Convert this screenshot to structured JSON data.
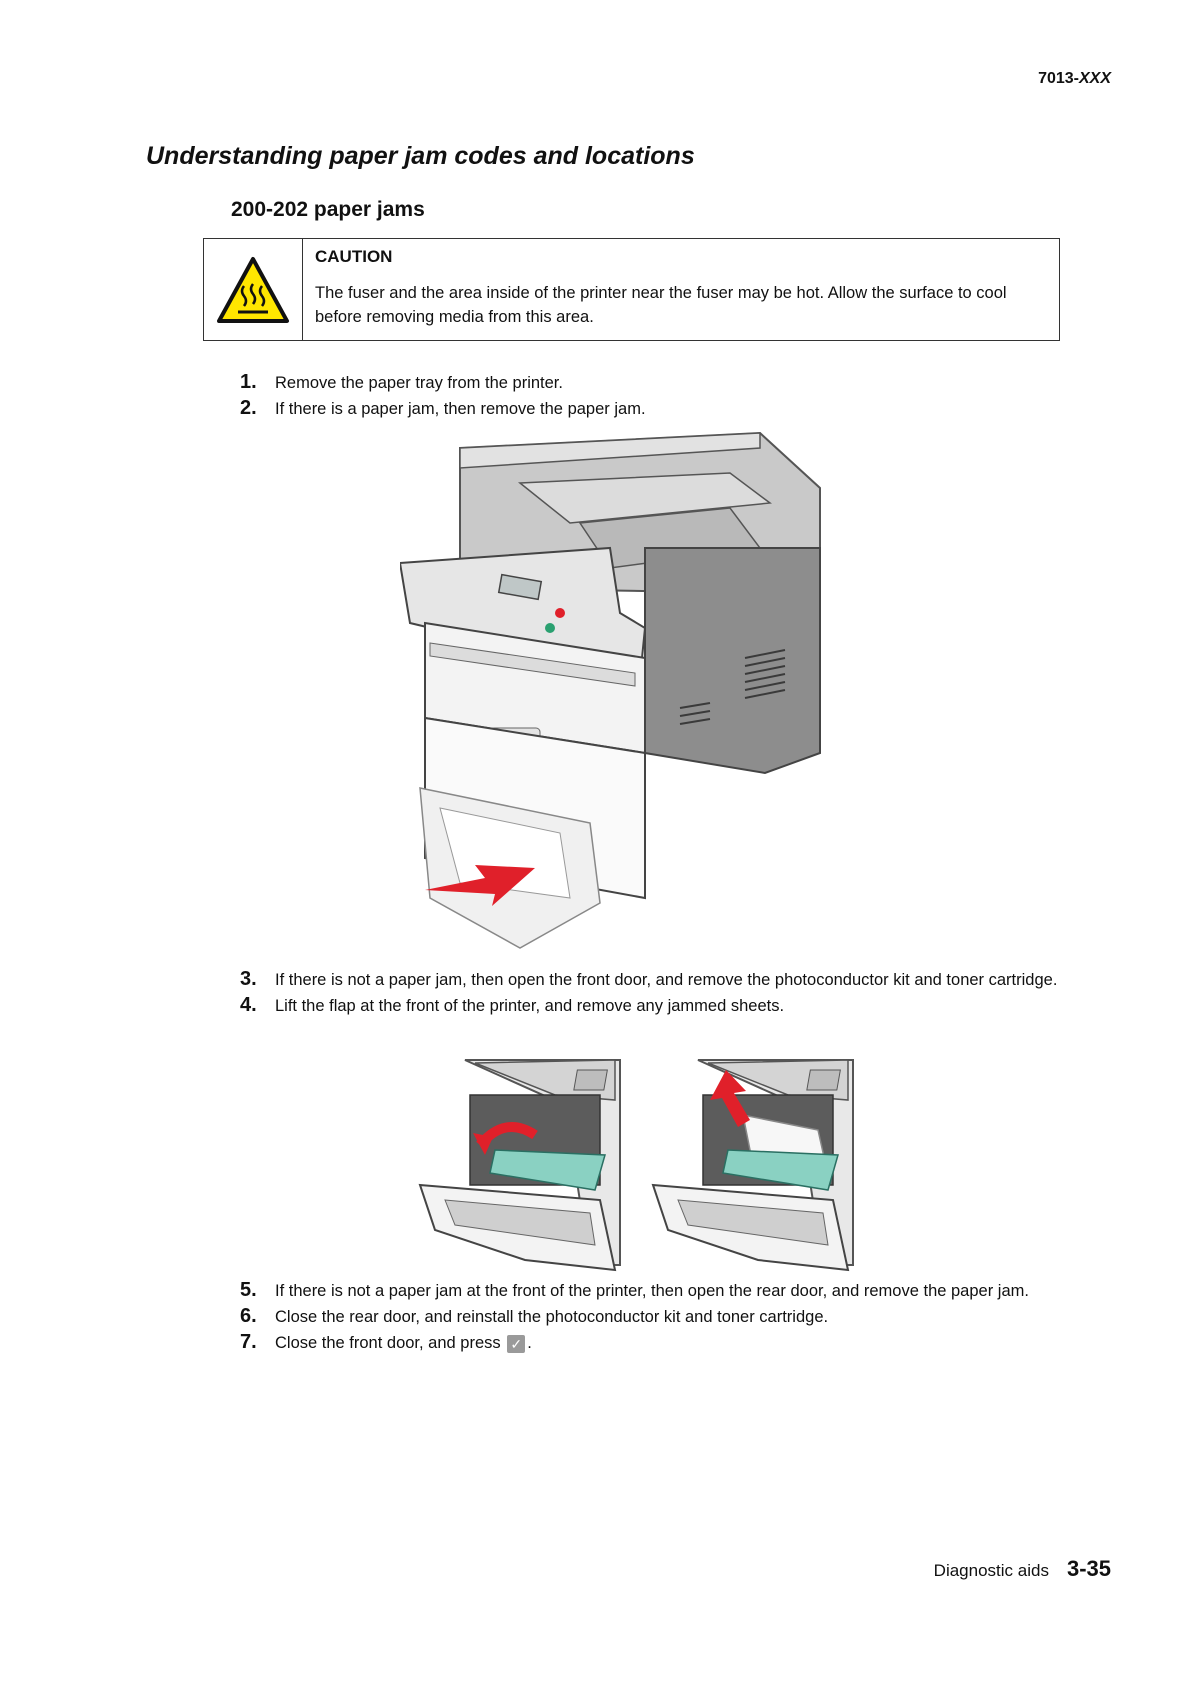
{
  "header": {
    "model_prefix": "7013-",
    "model_suffix": "XXX"
  },
  "section_title": "Understanding paper jam codes and locations",
  "subsection_title": "200-202 paper jams",
  "caution": {
    "icon": "hot-surface-warning-icon",
    "label": "CAUTION",
    "text": "The fuser and the area inside of the printer near the fuser may be hot. Allow the surface to cool before removing media from this area."
  },
  "steps_a": [
    {
      "num": "1.",
      "text": "Remove the paper tray from the printer."
    },
    {
      "num": "2.",
      "text": "If there is a paper jam, then remove the paper jam."
    }
  ],
  "steps_b": [
    {
      "num": "3.",
      "text": "If there is not a paper jam, then open the front door, and remove the photoconductor kit and toner cartridge."
    },
    {
      "num": "4.",
      "text": "Lift the flap at the front of the printer, and remove any jammed sheets."
    }
  ],
  "steps_c": [
    {
      "num": "5.",
      "text": "If there is not a paper jam at the front of the printer, then open the rear door, and remove the paper jam."
    },
    {
      "num": "6.",
      "text": "Close the rear door, and reinstall the photoconductor kit and toner cartridge."
    },
    {
      "num": "7.",
      "text_before": "Close the front door, and press",
      "key_icon": "checkmark-key-icon",
      "text_after": "."
    }
  ],
  "footer": {
    "section": "Diagnostic aids",
    "page": "3-35"
  },
  "colors": {
    "arrow_red": "#e0202a",
    "flap_teal": "#8ad1c2",
    "warning_yellow": "#ffe600"
  }
}
